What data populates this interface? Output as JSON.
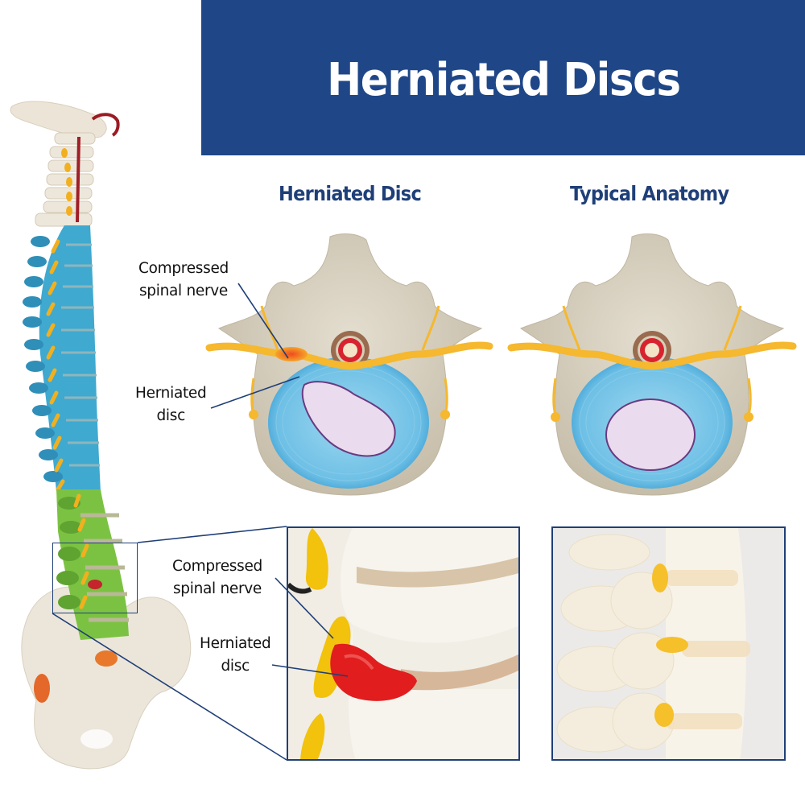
{
  "banner": {
    "title": "Herniated Discs",
    "background_color": "#1f4788",
    "text_color": "#ffffff"
  },
  "diagrams": [
    {
      "title": "Herniated Disc",
      "labels": [
        {
          "line1": "Compressed",
          "line2": "spinal nerve"
        },
        {
          "line1": "Herniated",
          "line2": "disc"
        }
      ]
    },
    {
      "title": "Typical Anatomy",
      "labels": []
    }
  ],
  "photos": [
    {
      "name": "herniated-disc-closeup",
      "labels": [
        {
          "line1": "Compressed",
          "line2": "spinal nerve"
        },
        {
          "line1": "Herniated",
          "line2": "disc"
        }
      ]
    },
    {
      "name": "typical-spine-closeup",
      "labels": []
    }
  ],
  "colors": {
    "accent_blue": "#1f4788",
    "title_blue": "#1f3f78",
    "disc_blue": "#5fb8e0",
    "nucleus_pink": "#e8d4ec",
    "nerve_yellow": "#f5b82e",
    "herniation_red": "#e63325",
    "bone": "#ddd6c8",
    "spine_cervical": "#ece6da",
    "spine_thoracic": "#3fa9d0",
    "spine_lumbar": "#7cc242"
  }
}
